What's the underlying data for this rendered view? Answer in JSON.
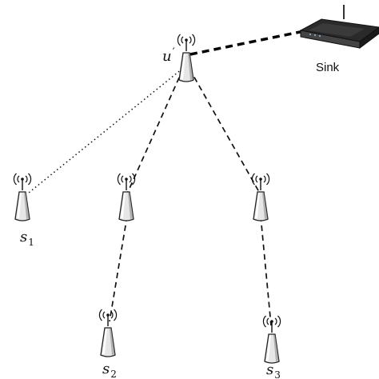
{
  "nodes": {
    "u": {
      "label": "u",
      "prime": "′"
    },
    "s1": {
      "label": "s",
      "sub": "1"
    },
    "s2": {
      "label": "s",
      "sub": "2"
    },
    "s3": {
      "label": "s",
      "sub": "3"
    }
  },
  "sink": {
    "label": "Sink",
    "icon": "router-icon"
  },
  "icons": {
    "node": "sensor-tower-icon"
  },
  "links": [
    {
      "from": "u",
      "to": "sink",
      "style": "thick-dashed"
    },
    {
      "from": "u",
      "to": "s1",
      "style": "dotted"
    },
    {
      "from": "u",
      "to": "mid-left",
      "style": "dashed"
    },
    {
      "from": "u",
      "to": "mid-right",
      "style": "dashed"
    },
    {
      "from": "mid-left",
      "to": "s2",
      "style": "dashed"
    },
    {
      "from": "mid-right",
      "to": "s3",
      "style": "dashed"
    }
  ]
}
